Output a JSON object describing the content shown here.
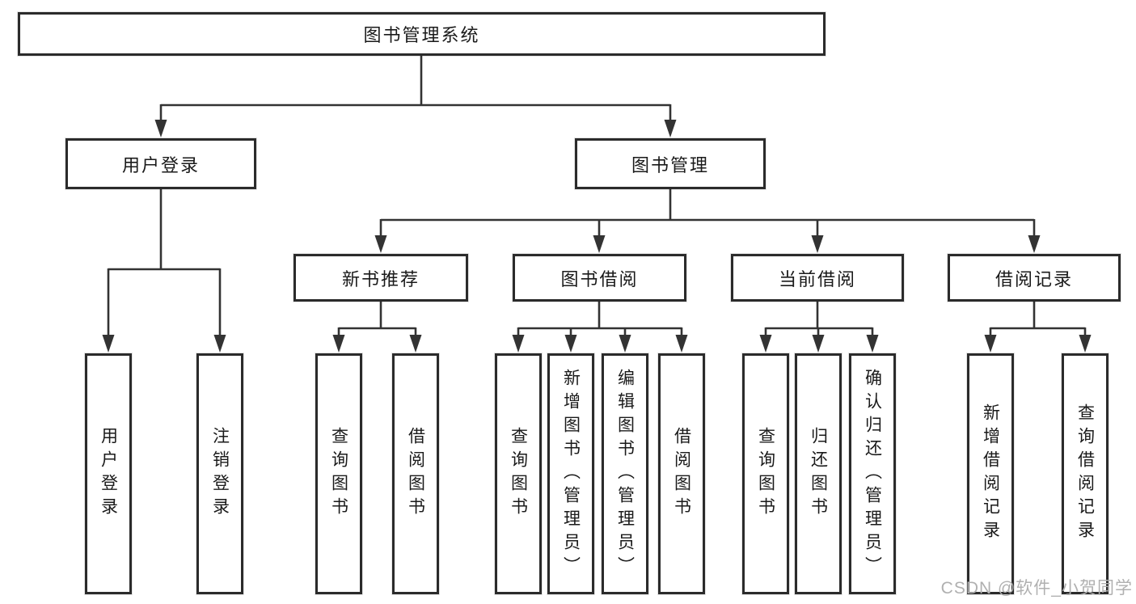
{
  "diagram": {
    "type": "hierarchy-tree",
    "orientation": "top-down"
  },
  "tree": {
    "label": "图书管理系统",
    "children": [
      {
        "label": "用户登录",
        "children": [
          {
            "label": "用户登录"
          },
          {
            "label": "注销登录"
          }
        ]
      },
      {
        "label": "图书管理",
        "children": [
          {
            "label": "新书推荐",
            "children": [
              {
                "label": "查询图书"
              },
              {
                "label": "借阅图书"
              }
            ]
          },
          {
            "label": "图书借阅",
            "children": [
              {
                "label": "查询图书"
              },
              {
                "label": "新增图书（管理员）"
              },
              {
                "label": "编辑图书（管理员）"
              },
              {
                "label": "借阅图书"
              }
            ]
          },
          {
            "label": "当前借阅",
            "children": [
              {
                "label": "查询图书"
              },
              {
                "label": "归还图书"
              },
              {
                "label": "确认归还（管理员）"
              }
            ]
          },
          {
            "label": "借阅记录",
            "children": [
              {
                "label": "新增借阅记录"
              },
              {
                "label": "查询借阅记录"
              }
            ]
          }
        ]
      }
    ]
  },
  "watermark": {
    "text": "CSDN @软件_小贺同学"
  },
  "colors": {
    "line": "#333333",
    "box_border": "#2b2b2b",
    "box_fill": "#ffffff",
    "text": "#1a1a1a",
    "watermark_text": "#b0b0b0",
    "background": "#ffffff"
  }
}
